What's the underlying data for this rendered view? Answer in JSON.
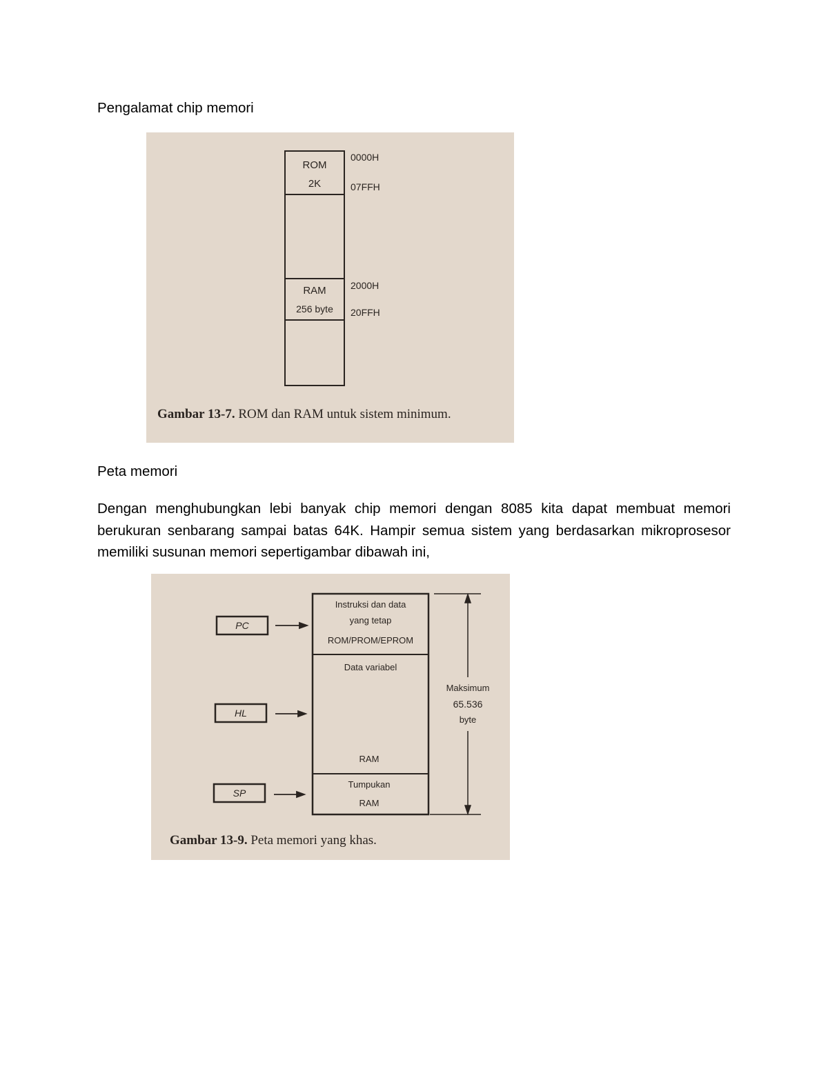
{
  "doc": {
    "heading_1": "Pengalamat chip memori",
    "heading_2": "Peta memori",
    "paragraph": "Dengan menghubungkan lebi banyak chip memori dengan 8085 kita dapat membuat memori berukuran senbarang sampai batas 64K. Hampir semua sistem yang berdasarkan mikroprosesor memiliki susunan memori sepertigambar dibawah ini,"
  },
  "figure_1": {
    "rom_label": "ROM",
    "rom_size": "2K",
    "ram_label": "RAM",
    "ram_size": "256 byte",
    "addr_rom_start": "0000H",
    "addr_rom_end": "07FFH",
    "addr_ram_start": "2000H",
    "addr_ram_end": "20FFH",
    "caption_bold": "Gambar 13-7.",
    "caption_text": " ROM dan RAM untuk sistem minimum."
  },
  "figure_2": {
    "pc_label": "PC",
    "hl_label": "HL",
    "sp_label": "SP",
    "block1_line1": "Instruksi dan data",
    "block1_line2": "yang tetap",
    "block1_line3": "ROM/PROM/EPROM",
    "block2_top": "Data variabel",
    "block2_bottom": "RAM",
    "block3_line1": "Tumpukan",
    "block3_line2": "RAM",
    "max_line1": "Maksimum",
    "max_line2": "65.536",
    "max_line3": "byte",
    "caption_bold": "Gambar 13-9.",
    "caption_text": " Peta memori yang khas."
  },
  "colors": {
    "paper": "#e3d8cc",
    "ink": "#2a2420"
  }
}
